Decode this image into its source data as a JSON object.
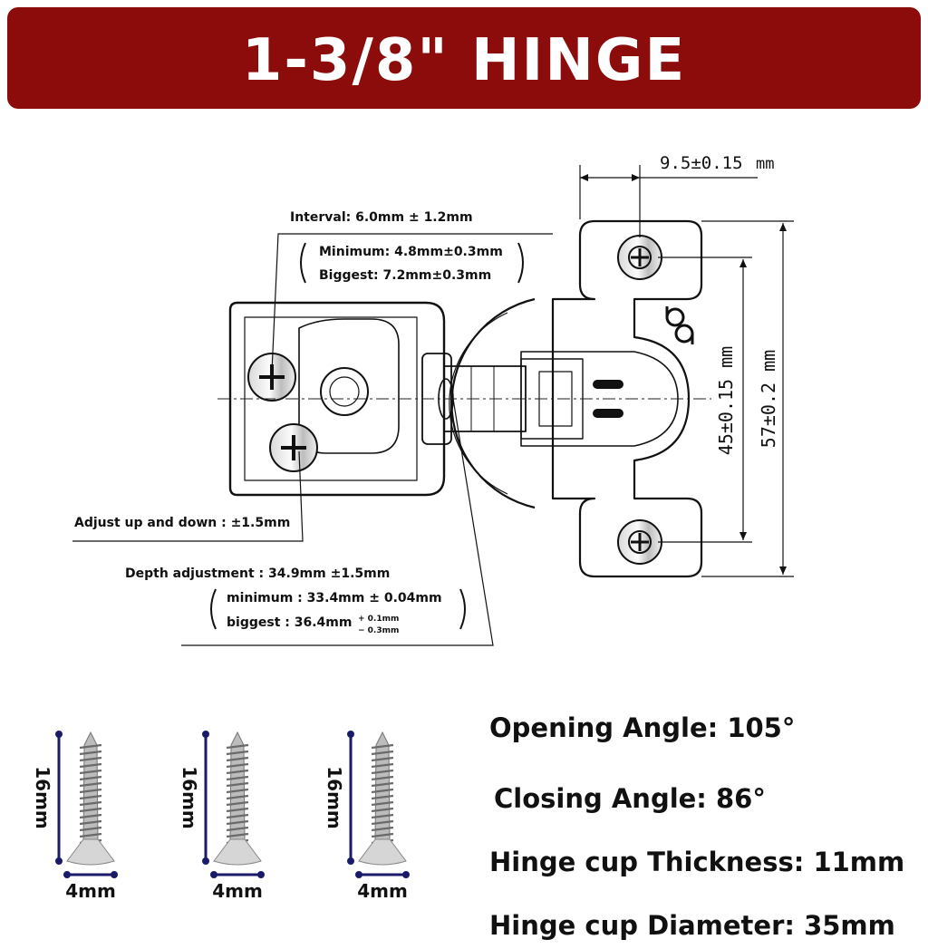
{
  "title": "1-3/8\" HINGE",
  "colors": {
    "banner": "#8c0b0b",
    "banner_text": "#ffffff",
    "ink": "#111111",
    "screw_rule": "#1a1a6a"
  },
  "dimensions": {
    "top_offset": "9.5±0.15",
    "top_offset_unit": "mm",
    "hole_spacing": "45±0.15 mm",
    "plate_height": "57±0.2 mm"
  },
  "annotations": {
    "interval": "Interval: 6.0mm ± 1.2mm",
    "interval_min": "Minimum: 4.8mm±0.3mm",
    "interval_max": "Biggest: 7.2mm±0.3mm",
    "adjust_up_down": "Adjust up and down : ±1.5mm",
    "depth": "Depth adjustment : 34.9mm ±1.5mm",
    "depth_min": "minimum : 33.4mm ± 0.04mm",
    "depth_max": "biggest : 36.4mm",
    "depth_max_plus": "+ 0.1mm",
    "depth_max_minus": "− 0.3mm"
  },
  "screws": [
    {
      "length": "16mm",
      "width": "4mm"
    },
    {
      "length": "16mm",
      "width": "4mm"
    },
    {
      "length": "16mm",
      "width": "4mm"
    }
  ],
  "specs": {
    "opening_angle": "Opening Angle: 105°",
    "closing_angle": "Closing Angle: 86°",
    "cup_thickness": "Hinge cup Thickness: 11mm",
    "cup_diameter": "Hinge cup Diameter: 35mm"
  }
}
